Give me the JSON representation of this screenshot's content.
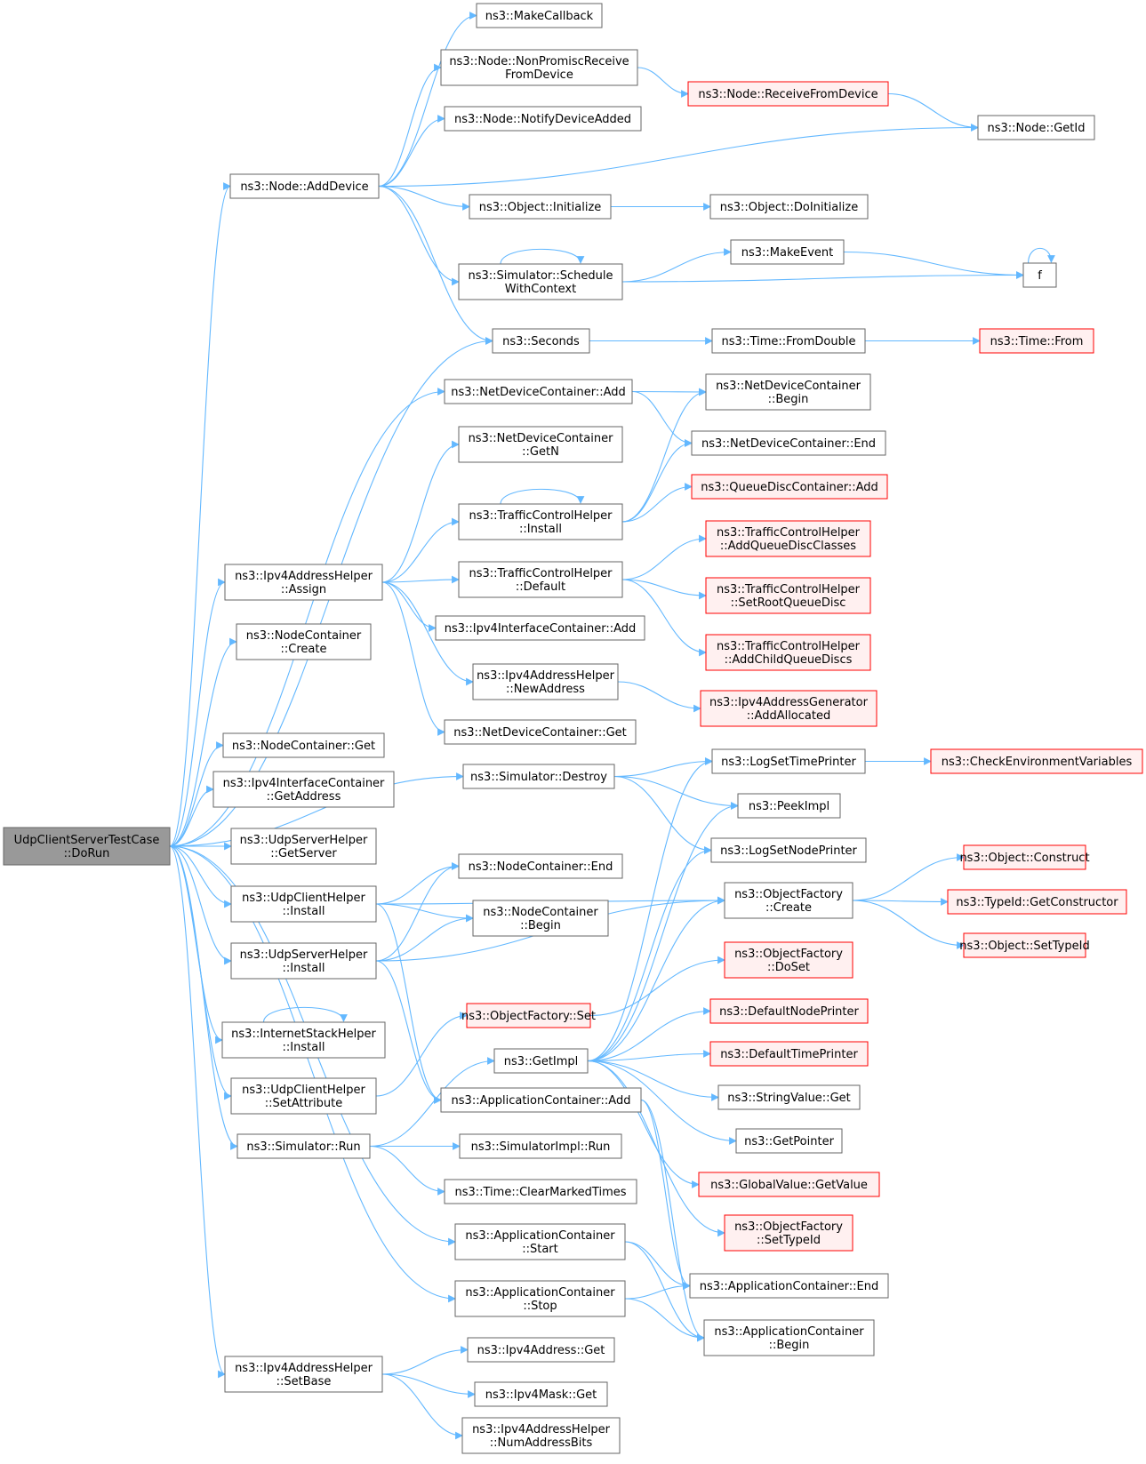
{
  "colors": {
    "edge": "#63b8ff",
    "normal_fill": "#ffffff",
    "normal_border": "#666666",
    "missing_fill": "#fff0f0",
    "missing_border": "#ff0000",
    "root_fill": "#999999"
  },
  "nodes": [
    {
      "id": "root",
      "lines": [
        "UdpClientServerTestCase",
        "::DoRun"
      ],
      "style": "root"
    },
    {
      "id": "makecallback",
      "lines": [
        "ns3::MakeCallback"
      ],
      "style": "normal"
    },
    {
      "id": "nonpromisc",
      "lines": [
        "ns3::Node::NonPromiscReceive",
        "FromDevice"
      ],
      "style": "normal"
    },
    {
      "id": "receivefromdevice",
      "lines": [
        "ns3::Node::ReceiveFromDevice"
      ],
      "style": "missing"
    },
    {
      "id": "notifydevice",
      "lines": [
        "ns3::Node::NotifyDeviceAdded"
      ],
      "style": "normal"
    },
    {
      "id": "getid",
      "lines": [
        "ns3::Node::GetId"
      ],
      "style": "normal"
    },
    {
      "id": "adddevice",
      "lines": [
        "ns3::Node::AddDevice"
      ],
      "style": "normal"
    },
    {
      "id": "objinit",
      "lines": [
        "ns3::Object::Initialize"
      ],
      "style": "normal"
    },
    {
      "id": "objdoinit",
      "lines": [
        "ns3::Object::DoInitialize"
      ],
      "style": "normal"
    },
    {
      "id": "makeevent",
      "lines": [
        "ns3::MakeEvent"
      ],
      "style": "normal"
    },
    {
      "id": "schedctx",
      "lines": [
        "ns3::Simulator::Schedule",
        "WithContext"
      ],
      "style": "normal"
    },
    {
      "id": "f",
      "lines": [
        "f"
      ],
      "style": "normal"
    },
    {
      "id": "seconds",
      "lines": [
        "ns3::Seconds"
      ],
      "style": "normal"
    },
    {
      "id": "fromdouble",
      "lines": [
        "ns3::Time::FromDouble"
      ],
      "style": "normal"
    },
    {
      "id": "timefrom",
      "lines": [
        "ns3::Time::From"
      ],
      "style": "missing"
    },
    {
      "id": "ndcadd",
      "lines": [
        "ns3::NetDeviceContainer::Add"
      ],
      "style": "normal"
    },
    {
      "id": "ndcbegin",
      "lines": [
        "ns3::NetDeviceContainer",
        "::Begin"
      ],
      "style": "normal"
    },
    {
      "id": "ndcgetn",
      "lines": [
        "ns3::NetDeviceContainer",
        "::GetN"
      ],
      "style": "normal"
    },
    {
      "id": "ndcend",
      "lines": [
        "ns3::NetDeviceContainer::End"
      ],
      "style": "normal"
    },
    {
      "id": "qdcadd",
      "lines": [
        "ns3::QueueDiscContainer::Add"
      ],
      "style": "missing"
    },
    {
      "id": "tchinstall",
      "lines": [
        "ns3::TrafficControlHelper",
        "::Install"
      ],
      "style": "normal"
    },
    {
      "id": "tchaddqdc",
      "lines": [
        "ns3::TrafficControlHelper",
        "::AddQueueDiscClasses"
      ],
      "style": "missing"
    },
    {
      "id": "ipv4assign",
      "lines": [
        "ns3::Ipv4AddressHelper",
        "::Assign"
      ],
      "style": "normal"
    },
    {
      "id": "tchdefault",
      "lines": [
        "ns3::TrafficControlHelper",
        "::Default"
      ],
      "style": "normal"
    },
    {
      "id": "tchsetroot",
      "lines": [
        "ns3::TrafficControlHelper",
        "::SetRootQueueDisc"
      ],
      "style": "missing"
    },
    {
      "id": "nccreate",
      "lines": [
        "ns3::NodeContainer",
        "::Create"
      ],
      "style": "normal"
    },
    {
      "id": "ipv4icadd",
      "lines": [
        "ns3::Ipv4InterfaceContainer::Add"
      ],
      "style": "normal"
    },
    {
      "id": "tchaddchild",
      "lines": [
        "ns3::TrafficControlHelper",
        "::AddChildQueueDiscs"
      ],
      "style": "missing"
    },
    {
      "id": "ipv4newaddr",
      "lines": [
        "ns3::Ipv4AddressHelper",
        "::NewAddress"
      ],
      "style": "normal"
    },
    {
      "id": "ipv4addralloc",
      "lines": [
        "ns3::Ipv4AddressGenerator",
        "::AddAllocated"
      ],
      "style": "missing"
    },
    {
      "id": "ndcget",
      "lines": [
        "ns3::NetDeviceContainer::Get"
      ],
      "style": "normal"
    },
    {
      "id": "ncget",
      "lines": [
        "ns3::NodeContainer::Get"
      ],
      "style": "normal"
    },
    {
      "id": "simdestroy",
      "lines": [
        "ns3::Simulator::Destroy"
      ],
      "style": "normal"
    },
    {
      "id": "logsettime",
      "lines": [
        "ns3::LogSetTimePrinter"
      ],
      "style": "normal"
    },
    {
      "id": "checkenv",
      "lines": [
        "ns3::CheckEnvironmentVariables"
      ],
      "style": "missing"
    },
    {
      "id": "ipv4icgetaddr",
      "lines": [
        "ns3::Ipv4InterfaceContainer",
        "::GetAddress"
      ],
      "style": "normal"
    },
    {
      "id": "peekimpl",
      "lines": [
        "ns3::PeekImpl"
      ],
      "style": "normal"
    },
    {
      "id": "udpshgetserver",
      "lines": [
        "ns3::UdpServerHelper",
        "::GetServer"
      ],
      "style": "normal"
    },
    {
      "id": "logsetnode",
      "lines": [
        "ns3::LogSetNodePrinter"
      ],
      "style": "normal"
    },
    {
      "id": "objconstruct",
      "lines": [
        "ns3::Object::Construct"
      ],
      "style": "missing"
    },
    {
      "id": "ncend",
      "lines": [
        "ns3::NodeContainer::End"
      ],
      "style": "normal"
    },
    {
      "id": "udpchinstall",
      "lines": [
        "ns3::UdpClientHelper",
        "::Install"
      ],
      "style": "normal"
    },
    {
      "id": "ofcreate",
      "lines": [
        "ns3::ObjectFactory",
        "::Create"
      ],
      "style": "normal"
    },
    {
      "id": "typeidgetctor",
      "lines": [
        "ns3::TypeId::GetConstructor"
      ],
      "style": "missing"
    },
    {
      "id": "ncbegin",
      "lines": [
        "ns3::NodeContainer",
        "::Begin"
      ],
      "style": "normal"
    },
    {
      "id": "objsettypeid",
      "lines": [
        "ns3::Object::SetTypeId"
      ],
      "style": "missing"
    },
    {
      "id": "udpshinstall",
      "lines": [
        "ns3::UdpServerHelper",
        "::Install"
      ],
      "style": "normal"
    },
    {
      "id": "ofdoset",
      "lines": [
        "ns3::ObjectFactory",
        "::DoSet"
      ],
      "style": "missing"
    },
    {
      "id": "defnodeprinter",
      "lines": [
        "ns3::DefaultNodePrinter"
      ],
      "style": "missing"
    },
    {
      "id": "ofset",
      "lines": [
        "ns3::ObjectFactory::Set"
      ],
      "style": "missing"
    },
    {
      "id": "ishinstall",
      "lines": [
        "ns3::InternetStackHelper",
        "::Install"
      ],
      "style": "normal"
    },
    {
      "id": "deftimeprinter",
      "lines": [
        "ns3::DefaultTimePrinter"
      ],
      "style": "missing"
    },
    {
      "id": "getimpl",
      "lines": [
        "ns3::GetImpl"
      ],
      "style": "normal"
    },
    {
      "id": "stringvalueget",
      "lines": [
        "ns3::StringValue::Get"
      ],
      "style": "normal"
    },
    {
      "id": "udpchsetattr",
      "lines": [
        "ns3::UdpClientHelper",
        "::SetAttribute"
      ],
      "style": "normal"
    },
    {
      "id": "appcadd",
      "lines": [
        "ns3::ApplicationContainer::Add"
      ],
      "style": "normal"
    },
    {
      "id": "getpointer",
      "lines": [
        "ns3::GetPointer"
      ],
      "style": "normal"
    },
    {
      "id": "simrun",
      "lines": [
        "ns3::Simulator::Run"
      ],
      "style": "normal"
    },
    {
      "id": "simimplrun",
      "lines": [
        "ns3::SimulatorImpl::Run"
      ],
      "style": "normal"
    },
    {
      "id": "gvgetvalue",
      "lines": [
        "ns3::GlobalValue::GetValue"
      ],
      "style": "missing"
    },
    {
      "id": "timeclear",
      "lines": [
        "ns3::Time::ClearMarkedTimes"
      ],
      "style": "normal"
    },
    {
      "id": "ofsettypeid",
      "lines": [
        "ns3::ObjectFactory",
        "::SetTypeId"
      ],
      "style": "missing"
    },
    {
      "id": "appcstart",
      "lines": [
        "ns3::ApplicationContainer",
        "::Start"
      ],
      "style": "normal"
    },
    {
      "id": "appcend",
      "lines": [
        "ns3::ApplicationContainer::End"
      ],
      "style": "normal"
    },
    {
      "id": "appcstop",
      "lines": [
        "ns3::ApplicationContainer",
        "::Stop"
      ],
      "style": "normal"
    },
    {
      "id": "appcbegin",
      "lines": [
        "ns3::ApplicationContainer",
        "::Begin"
      ],
      "style": "normal"
    },
    {
      "id": "ipv4addrget",
      "lines": [
        "ns3::Ipv4Address::Get"
      ],
      "style": "normal"
    },
    {
      "id": "ipv4ahsetbase",
      "lines": [
        "ns3::Ipv4AddressHelper",
        "::SetBase"
      ],
      "style": "normal"
    },
    {
      "id": "ipv4maskget",
      "lines": [
        "ns3::Ipv4Mask::Get"
      ],
      "style": "normal"
    },
    {
      "id": "ipv4ahnumbits",
      "lines": [
        "ns3::Ipv4AddressHelper",
        "::NumAddressBits"
      ],
      "style": "normal"
    }
  ],
  "edges": [
    [
      "root",
      "adddevice"
    ],
    [
      "root",
      "seconds"
    ],
    [
      "root",
      "ndcadd"
    ],
    [
      "root",
      "ipv4assign"
    ],
    [
      "root",
      "nccreate"
    ],
    [
      "root",
      "simdestroy"
    ],
    [
      "root",
      "ncget"
    ],
    [
      "root",
      "ipv4icgetaddr"
    ],
    [
      "root",
      "udpshgetserver"
    ],
    [
      "root",
      "udpchinstall"
    ],
    [
      "root",
      "udpshinstall"
    ],
    [
      "root",
      "ishinstall"
    ],
    [
      "root",
      "udpchsetattr"
    ],
    [
      "root",
      "simrun"
    ],
    [
      "root",
      "appcstart"
    ],
    [
      "root",
      "appcstop"
    ],
    [
      "root",
      "ipv4ahsetbase"
    ],
    [
      "adddevice",
      "makecallback"
    ],
    [
      "adddevice",
      "nonpromisc"
    ],
    [
      "adddevice",
      "notifydevice"
    ],
    [
      "adddevice",
      "getid"
    ],
    [
      "adddevice",
      "objinit"
    ],
    [
      "adddevice",
      "schedctx"
    ],
    [
      "adddevice",
      "seconds"
    ],
    [
      "nonpromisc",
      "receivefromdevice"
    ],
    [
      "receivefromdevice",
      "getid"
    ],
    [
      "objinit",
      "objdoinit"
    ],
    [
      "schedctx",
      "makeevent"
    ],
    [
      "schedctx",
      "f"
    ],
    [
      "schedctx",
      "schedctx"
    ],
    [
      "makeevent",
      "f"
    ],
    [
      "f",
      "f"
    ],
    [
      "seconds",
      "fromdouble"
    ],
    [
      "fromdouble",
      "timefrom"
    ],
    [
      "ndcadd",
      "ndcbegin"
    ],
    [
      "ndcadd",
      "ndcend"
    ],
    [
      "ipv4assign",
      "ndcgetn"
    ],
    [
      "ipv4assign",
      "tchinstall"
    ],
    [
      "ipv4assign",
      "tchdefault"
    ],
    [
      "ipv4assign",
      "ipv4icadd"
    ],
    [
      "ipv4assign",
      "ipv4newaddr"
    ],
    [
      "ipv4assign",
      "ndcget"
    ],
    [
      "tchinstall",
      "ndcbegin"
    ],
    [
      "tchinstall",
      "ndcend"
    ],
    [
      "tchinstall",
      "qdcadd"
    ],
    [
      "tchinstall",
      "tchinstall"
    ],
    [
      "tchdefault",
      "tchaddqdc"
    ],
    [
      "tchdefault",
      "tchsetroot"
    ],
    [
      "tchdefault",
      "tchaddchild"
    ],
    [
      "ipv4newaddr",
      "ipv4addralloc"
    ],
    [
      "simdestroy",
      "logsettime"
    ],
    [
      "simdestroy",
      "peekimpl"
    ],
    [
      "simdestroy",
      "logsetnode"
    ],
    [
      "logsettime",
      "checkenv"
    ],
    [
      "ofcreate",
      "objconstruct"
    ],
    [
      "ofcreate",
      "typeidgetctor"
    ],
    [
      "ofcreate",
      "objsettypeid"
    ],
    [
      "udpchinstall",
      "ncend"
    ],
    [
      "udpchinstall",
      "ncbegin"
    ],
    [
      "udpchinstall",
      "ofcreate"
    ],
    [
      "udpchinstall",
      "appcadd"
    ],
    [
      "udpshinstall",
      "ncend"
    ],
    [
      "udpshinstall",
      "ncbegin"
    ],
    [
      "udpshinstall",
      "ofcreate"
    ],
    [
      "udpshinstall",
      "appcadd"
    ],
    [
      "ishinstall",
      "ishinstall"
    ],
    [
      "udpchsetattr",
      "ofset"
    ],
    [
      "ofset",
      "ofdoset"
    ],
    [
      "simrun",
      "getimpl"
    ],
    [
      "simrun",
      "simimplrun"
    ],
    [
      "simrun",
      "timeclear"
    ],
    [
      "getimpl",
      "logsettime"
    ],
    [
      "getimpl",
      "peekimpl"
    ],
    [
      "getimpl",
      "logsetnode"
    ],
    [
      "getimpl",
      "ofcreate"
    ],
    [
      "getimpl",
      "defnodeprinter"
    ],
    [
      "getimpl",
      "deftimeprinter"
    ],
    [
      "getimpl",
      "stringvalueget"
    ],
    [
      "getimpl",
      "getpointer"
    ],
    [
      "getimpl",
      "gvgetvalue"
    ],
    [
      "getimpl",
      "ofsettypeid"
    ],
    [
      "appcadd",
      "appcbegin"
    ],
    [
      "appcadd",
      "appcend"
    ],
    [
      "appcstart",
      "appcbegin"
    ],
    [
      "appcstart",
      "appcend"
    ],
    [
      "appcstop",
      "appcbegin"
    ],
    [
      "appcstop",
      "appcend"
    ],
    [
      "ipv4ahsetbase",
      "ipv4addrget"
    ],
    [
      "ipv4ahsetbase",
      "ipv4maskget"
    ],
    [
      "ipv4ahsetbase",
      "ipv4ahnumbits"
    ]
  ]
}
